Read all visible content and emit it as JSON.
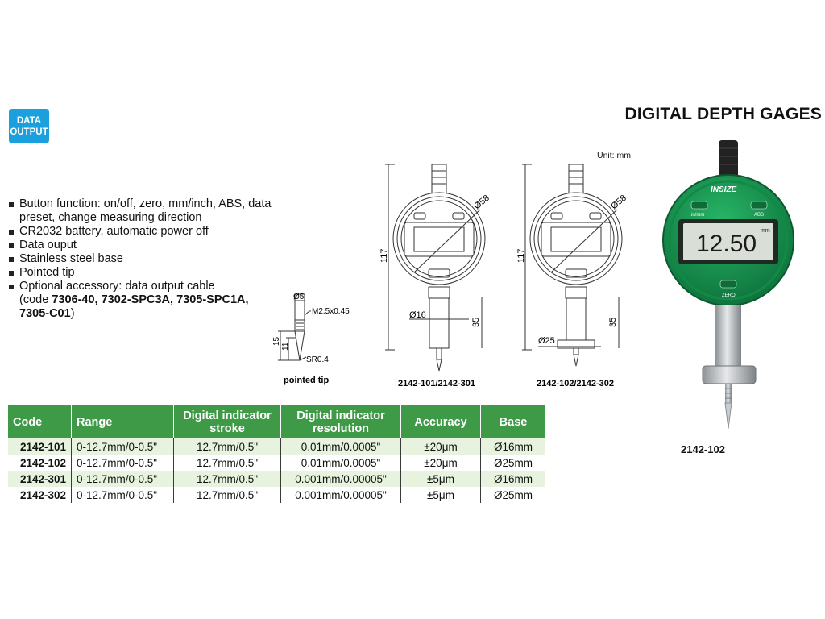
{
  "badge": {
    "line1": "DATA",
    "line2": "OUTPUT"
  },
  "title": "DIGITAL DEPTH GAGES",
  "unit": "Unit: mm",
  "features": [
    "Button function: on/off, zero, mm/inch, ABS, data preset, change measuring direction",
    "CR2032 battery, automatic power off",
    "Data ouput",
    "Stainless steel base",
    "Pointed tip"
  ],
  "accessory": {
    "prefix": "Optional accessory: data output cable",
    "open": "(code ",
    "codes": "7306-40, 7302-SPC3A, 7305-SPC1A, 7305-C01",
    "close": ")"
  },
  "tip_drawing": {
    "caption": "pointed tip",
    "dia": "Ø5",
    "thread": "M2.5x0.45",
    "len_total": "15",
    "len_cone": "11",
    "radius": "SR0.4"
  },
  "drawing_a": {
    "caption": "2142-101/2142-301",
    "height": "117",
    "dial": "Ø58",
    "stem": "Ø16",
    "stem_len": "35"
  },
  "drawing_b": {
    "caption": "2142-102/2142-302",
    "height": "117",
    "dial": "Ø58",
    "base": "Ø25",
    "stem_len": "35"
  },
  "photo": {
    "brand": "INSIZE",
    "btn_left": "in/mm",
    "btn_right": "ABS",
    "btn_zero": "ZERO",
    "display": "12.50",
    "display_unit": "mm",
    "caption": "2142-102",
    "colors": {
      "body": "#1a9a52",
      "lcd": "#d9dfd6",
      "stem": "#b8bcbf"
    }
  },
  "table": {
    "headers": [
      "Code",
      "Range",
      "Digital indicator stroke",
      "Digital indicator resolution",
      "Accuracy",
      "Base"
    ],
    "rows": [
      [
        "2142-101",
        "0-12.7mm/0-0.5\"",
        "12.7mm/0.5\"",
        "0.01mm/0.0005\"",
        "±20μm",
        "Ø16mm"
      ],
      [
        "2142-102",
        "0-12.7mm/0-0.5\"",
        "12.7mm/0.5\"",
        "0.01mm/0.0005\"",
        "±20μm",
        "Ø25mm"
      ],
      [
        "2142-301",
        "0-12.7mm/0-0.5\"",
        "12.7mm/0.5\"",
        "0.001mm/0.00005\"",
        "±5μm",
        "Ø16mm"
      ],
      [
        "2142-302",
        "0-12.7mm/0-0.5\"",
        "12.7mm/0.5\"",
        "0.001mm/0.00005\"",
        "±5μm",
        "Ø25mm"
      ]
    ],
    "colors": {
      "header": "#3e9a46",
      "stripe": "#e7f3df"
    }
  }
}
